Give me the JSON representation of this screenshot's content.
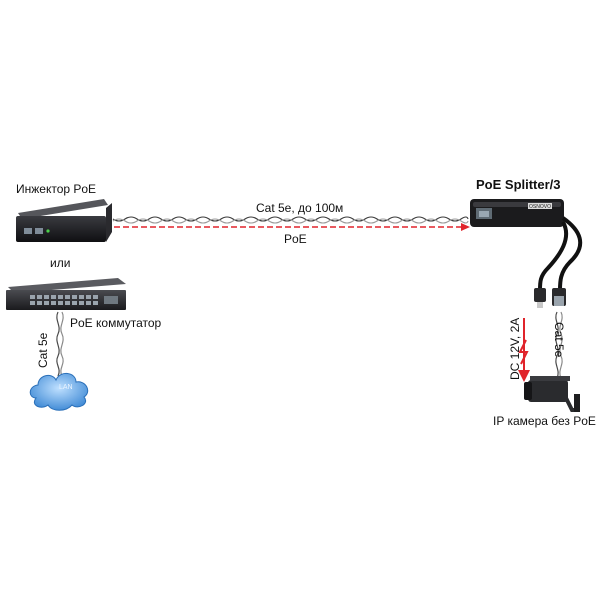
{
  "injector": {
    "label": "Инжектор PoE"
  },
  "or_label": "или",
  "switch": {
    "label": "PoE коммутатор"
  },
  "lan": {
    "label": "LAN"
  },
  "uplink": {
    "cable_label": "Cat 5e"
  },
  "trunk": {
    "cable_label": "Cat 5e, до 100м",
    "power_label": "PoE"
  },
  "splitter": {
    "label": "PoE Splitter/3",
    "brand": "OSNOVO"
  },
  "power_out": {
    "label": "DC 12V, 2A"
  },
  "data_out": {
    "cable_label": "Cat 5e"
  },
  "camera": {
    "label": "IP камера без PoE"
  },
  "colors": {
    "power_line": "#e0242b",
    "device": "#1b1b1d",
    "cloud": "#3f8fd8"
  }
}
